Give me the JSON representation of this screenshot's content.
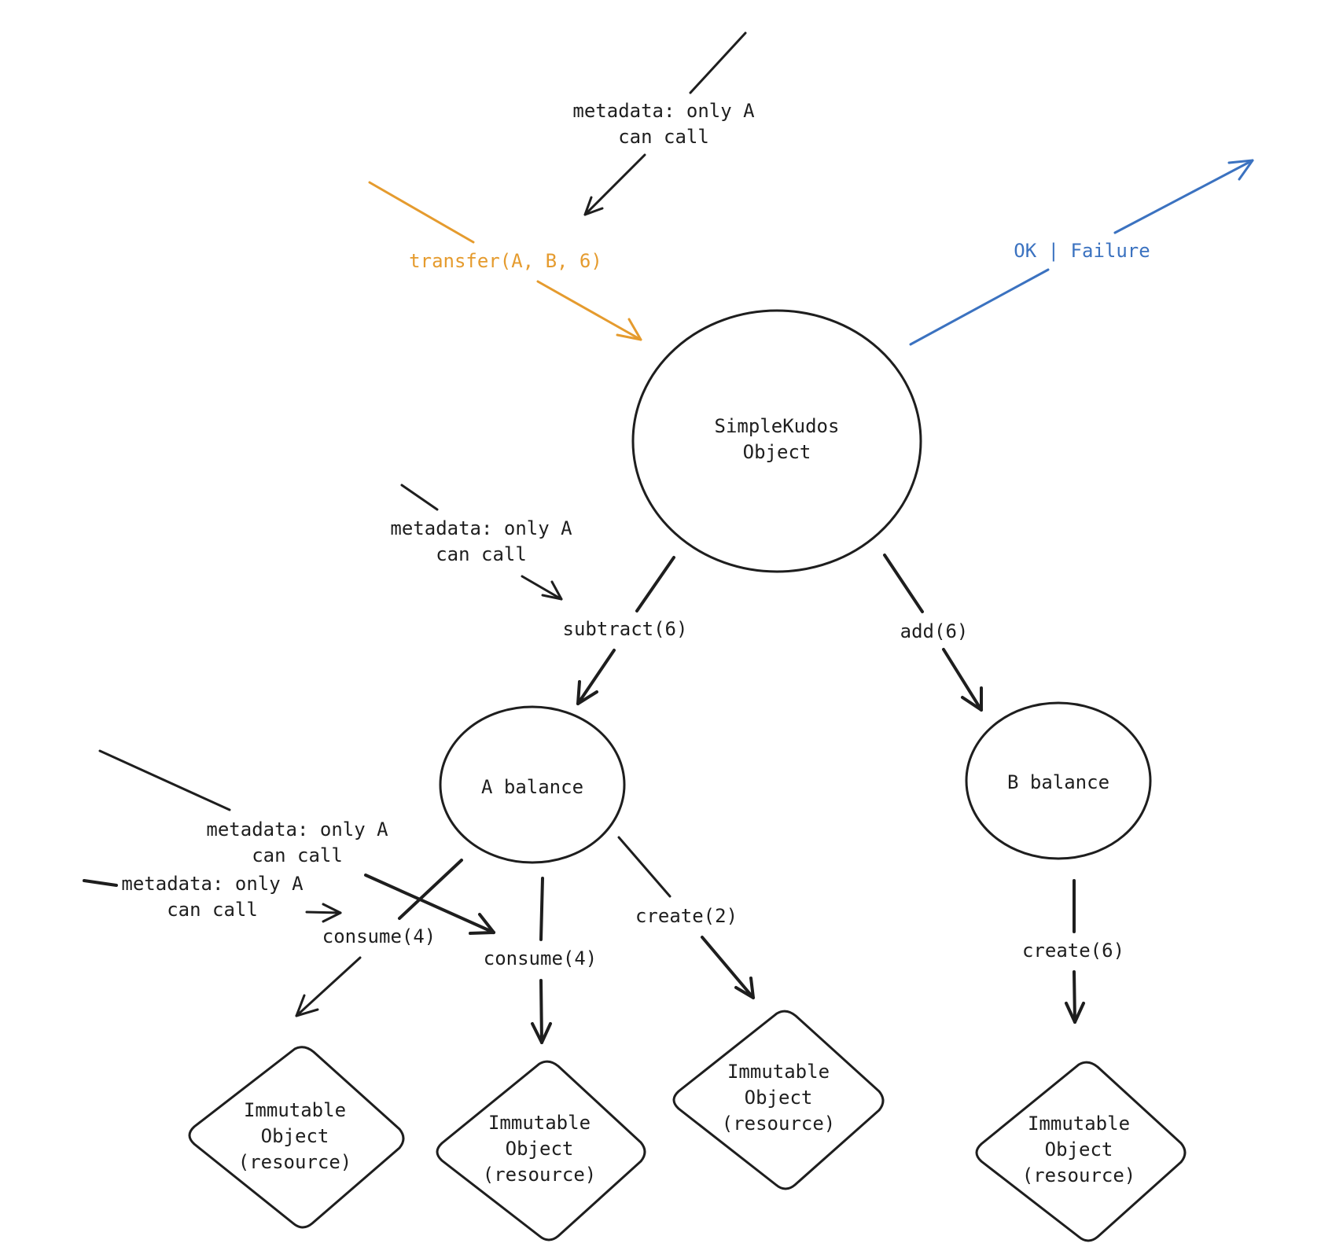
{
  "nodes": {
    "simplekudos": [
      "SimpleKudos",
      "Object"
    ],
    "a_balance": [
      "A balance"
    ],
    "b_balance": [
      "B balance"
    ],
    "immutable_1": [
      "Immutable",
      "Object",
      "(resource)"
    ],
    "immutable_2": [
      "Immutable",
      "Object",
      "(resource)"
    ],
    "immutable_3": [
      "Immutable",
      "Object",
      "(resource)"
    ],
    "immutable_4": [
      "Immutable",
      "Object",
      "(resource)"
    ]
  },
  "edges": {
    "transfer": "transfer(A, B, 6)",
    "result": "OK | Failure",
    "subtract": "subtract(6)",
    "add": "add(6)",
    "consume_left": "consume(4)",
    "consume_mid": "consume(4)",
    "create_2": "create(2)",
    "create_6": "create(6)"
  },
  "metadata": {
    "top": [
      "metadata: only A",
      "can call"
    ],
    "subtract": [
      "metadata: only A",
      "can call"
    ],
    "consume_mid": [
      "metadata: only A",
      "can call"
    ],
    "consume_left": [
      "metadata: only A",
      "can call"
    ]
  },
  "colors": {
    "ink": "#1e1e1e",
    "orange": "#e59b2e",
    "blue": "#3b72c0"
  }
}
